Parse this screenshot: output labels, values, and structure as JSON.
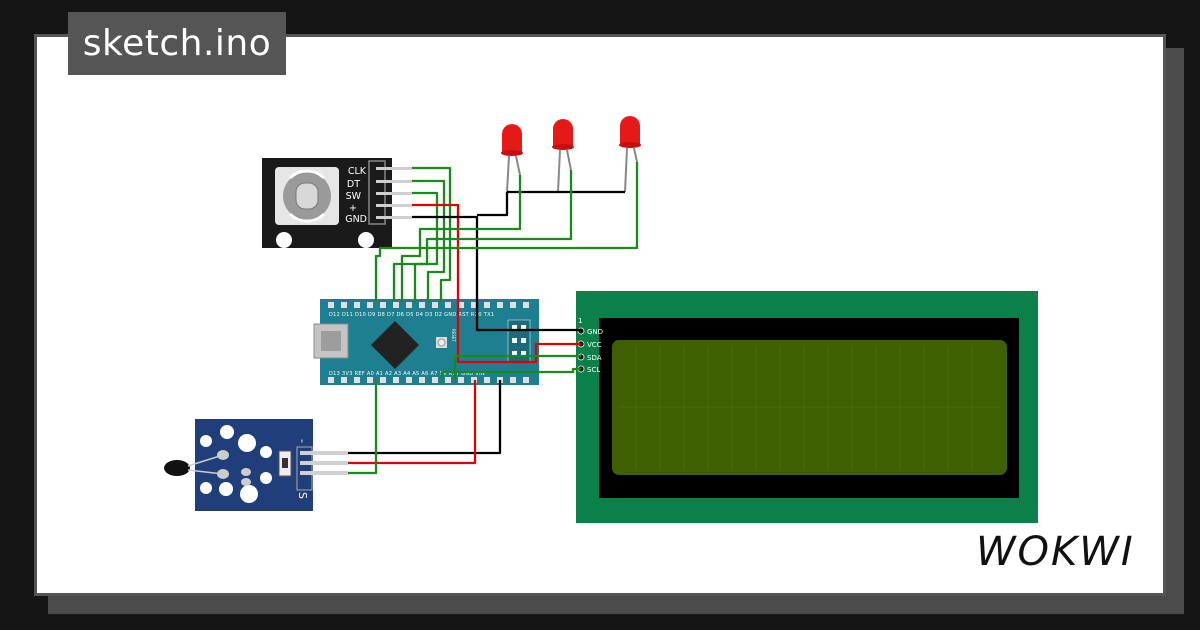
{
  "sketch": {
    "filename": "sketch.ino"
  },
  "brand": {
    "name": "WOKWI"
  },
  "encoder": {
    "pins": [
      "CLK",
      "DT",
      "SW",
      "+",
      "GND"
    ]
  },
  "lcd": {
    "pin1_marker": "1",
    "pins": [
      "GND",
      "VCC",
      "SDA",
      "SCL"
    ]
  },
  "nano": {
    "top_pins": "D12 D11 D10 D9 D8 D7 D6 D5 D4 D3 D2 GND RST RX0 TX1",
    "bottom_pins": "D13 3V3 REF A0 A1 A2 A3 A4 A5 A6 A7 5V RST GND VIN",
    "reset_label": "RESET"
  },
  "thermistor": {
    "minus_label": "-",
    "signal_label": "S"
  },
  "leds": {
    "count": 3,
    "color": "red"
  },
  "colors": {
    "wire_green": "#1a8a1a",
    "wire_red": "#e00000",
    "wire_black": "#000000",
    "lcd_board": "#0b8048",
    "lcd_screen": "#3e6000",
    "nano_board": "#1e7f91",
    "sensor_board": "#1f3e7a"
  }
}
